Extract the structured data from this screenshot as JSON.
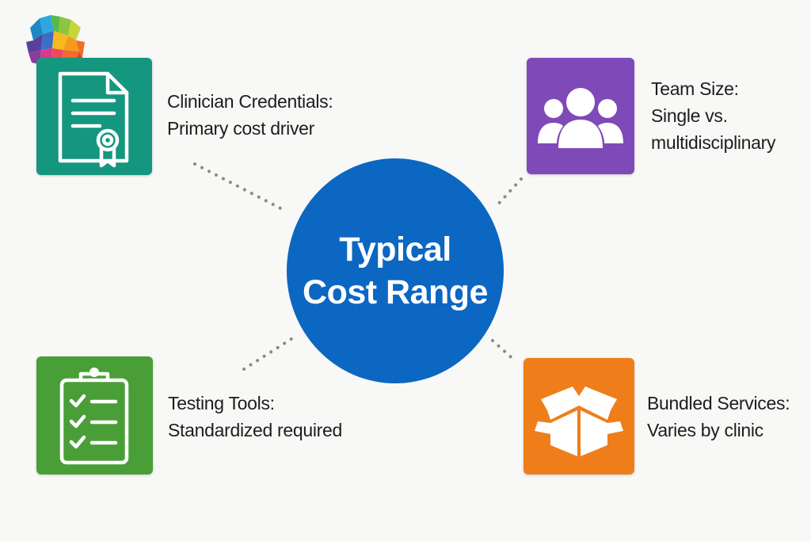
{
  "colors": {
    "background": "#f8f8f7",
    "hub": "#0b67c2",
    "credentials": "#15967f",
    "team": "#7e4ab8",
    "testing": "#4a9e38",
    "bundled": "#ef7e1a",
    "connector": "#8a8a8a",
    "text": "#1d1d1d"
  },
  "center": {
    "line1": "Typical",
    "line2": "Cost Range"
  },
  "factors": {
    "credentials": {
      "icon": "certificate-icon",
      "line1": "Clinician Credentials:",
      "line2": "Primary cost driver"
    },
    "team": {
      "icon": "people-group-icon",
      "line1": "Team Size:",
      "line2": "Single vs.",
      "line3": "multidisciplinary"
    },
    "testing": {
      "icon": "clipboard-checklist-icon",
      "line1": "Testing Tools:",
      "line2": "Standardized required"
    },
    "bundled": {
      "icon": "open-box-icon",
      "line1": "Bundled Services:",
      "line2": "Varies by clinic"
    }
  },
  "logo": {
    "icon": "brain-logo-icon"
  }
}
